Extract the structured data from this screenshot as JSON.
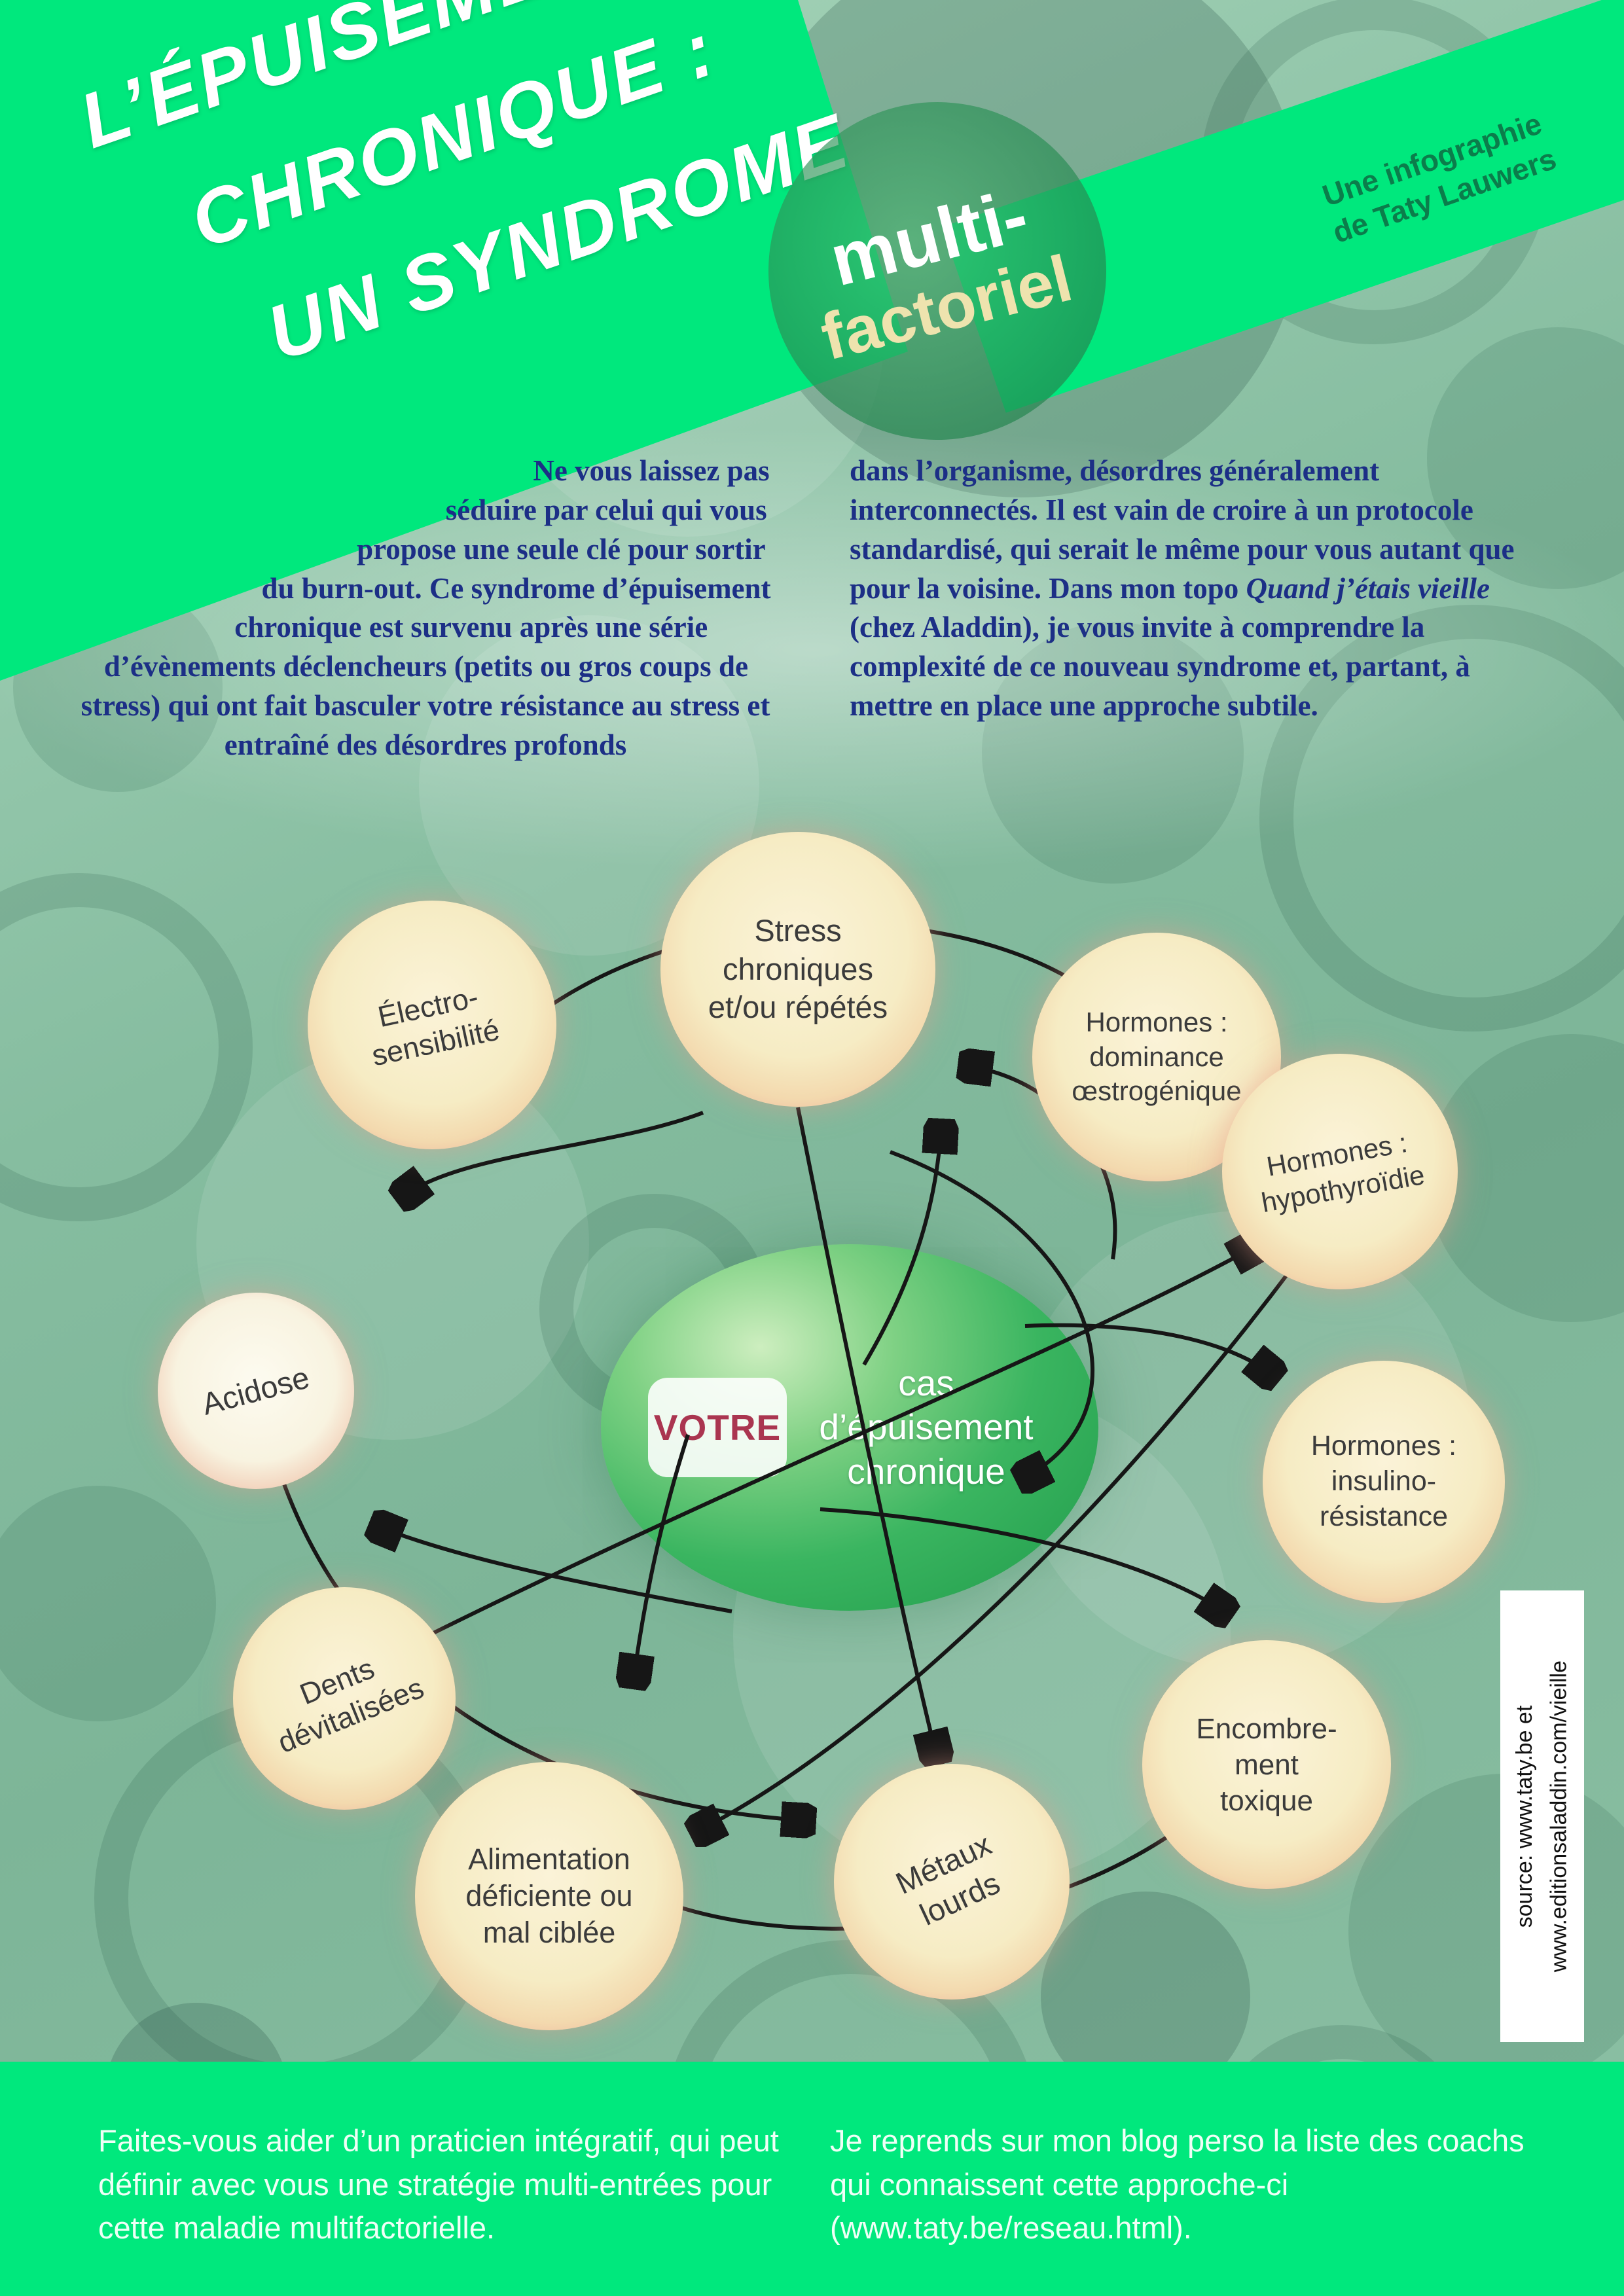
{
  "colors": {
    "accent_green": "#00e87d",
    "badge_green": "#2fa763",
    "intro_text_blue": "#1c2f86",
    "bubble_cream": "#f6ecc4",
    "bubble_rim": "#e99f92",
    "center_green": "#2fae56",
    "votre_red": "#aa3550"
  },
  "banner": {
    "title_lines": [
      "L’ÉPUISEMENT",
      "CHRONIQUE :",
      "UN SYNDROME"
    ],
    "credit": "Une infographie\nde Taty Lauwers"
  },
  "badge": {
    "top": "multi-",
    "bottom": "factoriel"
  },
  "intro": {
    "left": "Ne vous laissez pas séduire par celui qui vous propose une seule clé pour sortir du burn-out. Ce syndrome d’épuisement chronique est survenu après une série d’évènements déclencheurs (petits ou gros coups de stress) qui ont fait basculer votre résistance au stress et entraîné des désordres profonds",
    "right_pre": "dans l’organisme, désordres généralement interconnectés. Il est vain de croire à un protocole standardisé, qui serait le même pour vous autant que pour la voisine. Dans mon topo ",
    "right_italic": "Quand j’étais vieille",
    "right_post": " (chez Aladdin), je vous invite à comprendre la complexité de ce nouveau syndrome et, partant, à mettre en place une approche subtile."
  },
  "diagram": {
    "center_highlight": "VOTRE",
    "center_label": "cas\nd’épuisement\nchronique",
    "nodes": [
      {
        "label": "Électro-\nsensibilité"
      },
      {
        "label": "Stress\nchroniques\net/ou répétés"
      },
      {
        "label": "Hormones :\ndominance\nœstrogénique"
      },
      {
        "label": "Hormones :\nhypothyroïdie"
      },
      {
        "label": "Hormones :\ninsulino-\nrésistance"
      },
      {
        "label": "Acidose"
      },
      {
        "label": "Dents\ndévitalisées"
      },
      {
        "label": "Alimentation\ndéficiente ou\nmal ciblée"
      },
      {
        "label": "Métaux\nlourds"
      },
      {
        "label": "Encombre-\nment\ntoxique"
      }
    ]
  },
  "source_note": "source: www.taty.be   et\nwww.editionsaladdin.com/vieille",
  "footer": {
    "left": "Faites-vous aider d’un praticien intégratif, qui peut définir avec vous une stratégie multi-entrées pour cette maladie multifactorielle.",
    "right": "Je reprends sur mon blog perso la liste des coachs qui connaissent cette approche-ci (www.taty.be/reseau.html)."
  }
}
